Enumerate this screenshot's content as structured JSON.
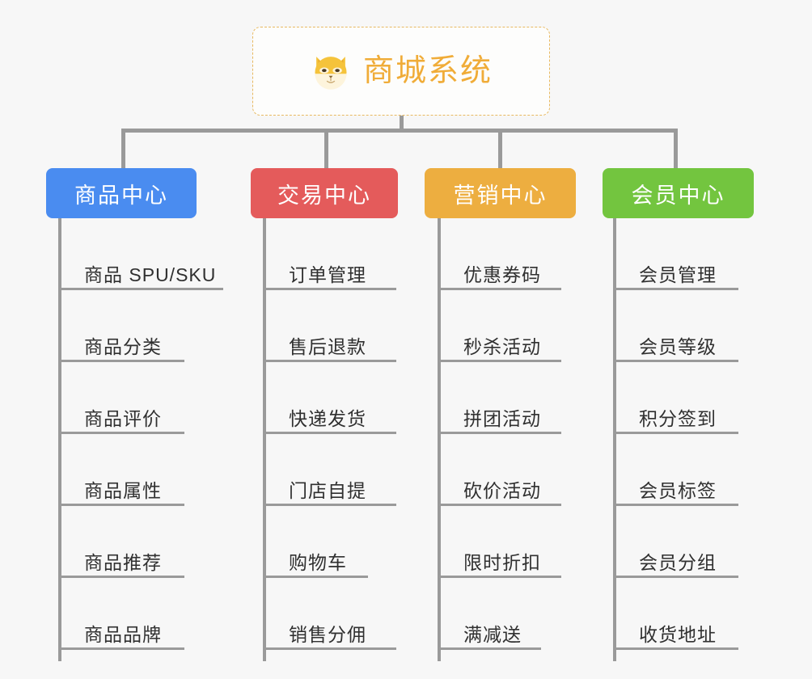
{
  "background_color": "#f7f7f7",
  "root": {
    "title": "商城系统",
    "icon": "shiba-dog-face-icon",
    "text_color": "#f0ac38",
    "border_color": "#e8b960"
  },
  "connector_color": "#9a9a9a",
  "categories": [
    {
      "label": "商品中心",
      "color": "#4a8cf0",
      "items": [
        "商品 SPU/SKU",
        "商品分类",
        "商品评价",
        "商品属性",
        "商品推荐",
        "商品品牌"
      ]
    },
    {
      "label": "交易中心",
      "color": "#e45b5b",
      "items": [
        "订单管理",
        "售后退款",
        "快递发货",
        "门店自提",
        "购物车",
        "销售分佣"
      ]
    },
    {
      "label": "营销中心",
      "color": "#edae40",
      "items": [
        "优惠券码",
        "秒杀活动",
        "拼团活动",
        "砍价活动",
        "限时折扣",
        "满减送"
      ]
    },
    {
      "label": "会员中心",
      "color": "#73c53f",
      "items": [
        "会员管理",
        "会员等级",
        "积分签到",
        "会员标签",
        "会员分组",
        "收货地址"
      ]
    }
  ]
}
